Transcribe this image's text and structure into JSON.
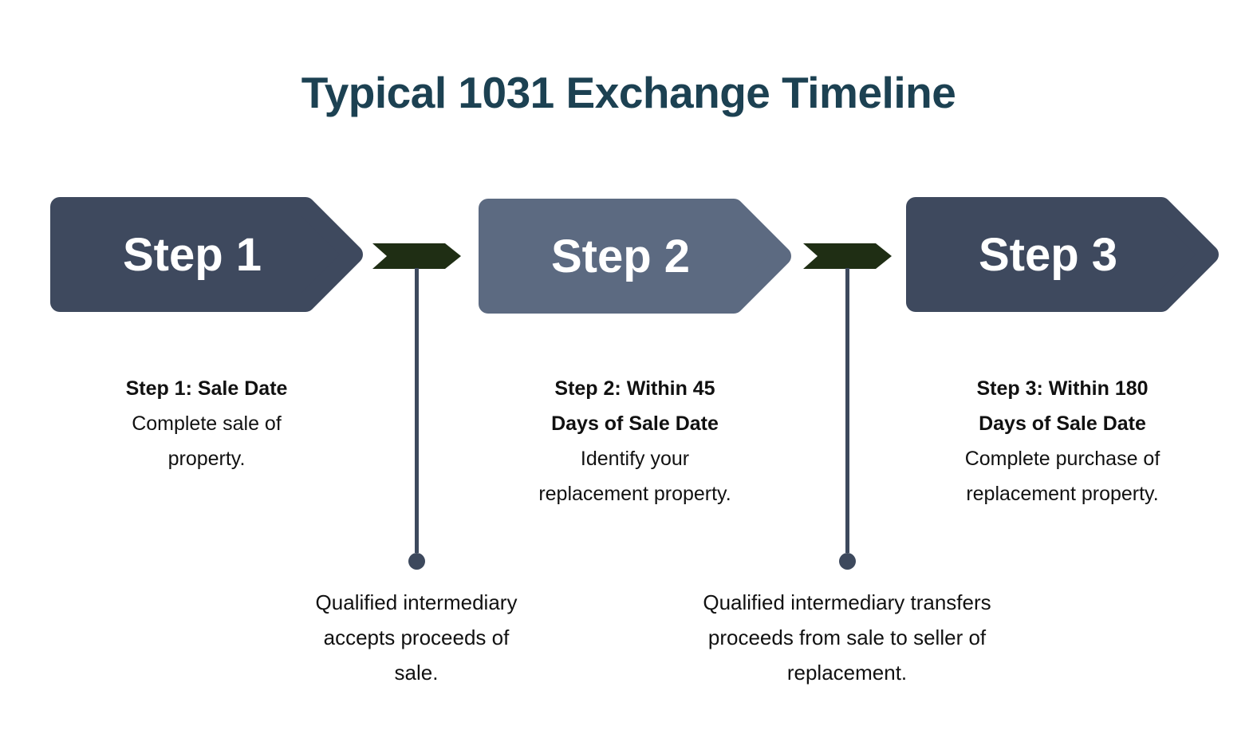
{
  "title": "Typical 1031 Exchange Timeline",
  "colors": {
    "title_text": "#1c4152",
    "step_dark": "#3e495e",
    "step_medium": "#5c6a81",
    "connector_green": "#1f2e14",
    "stem_slate": "#3d495d",
    "step_label_text": "#ffffff",
    "body_text": "#111111",
    "background": "#ffffff"
  },
  "steps": [
    {
      "label": "Step 1",
      "heading": "Step 1: Sale Date",
      "description": "Complete sale of property."
    },
    {
      "label": "Step 2",
      "heading": "Step 2: Within 45 Days of Sale Date",
      "description": "Identify your replacement property."
    },
    {
      "label": "Step 3",
      "heading": "Step 3: Within 180 Days of Sale Date",
      "description": "Complete purchase of replacement property."
    }
  ],
  "connector_notes": [
    "Qualified intermediary accepts proceeds of sale.",
    "Qualified intermediary transfers proceeds from sale to seller of replacement."
  ]
}
